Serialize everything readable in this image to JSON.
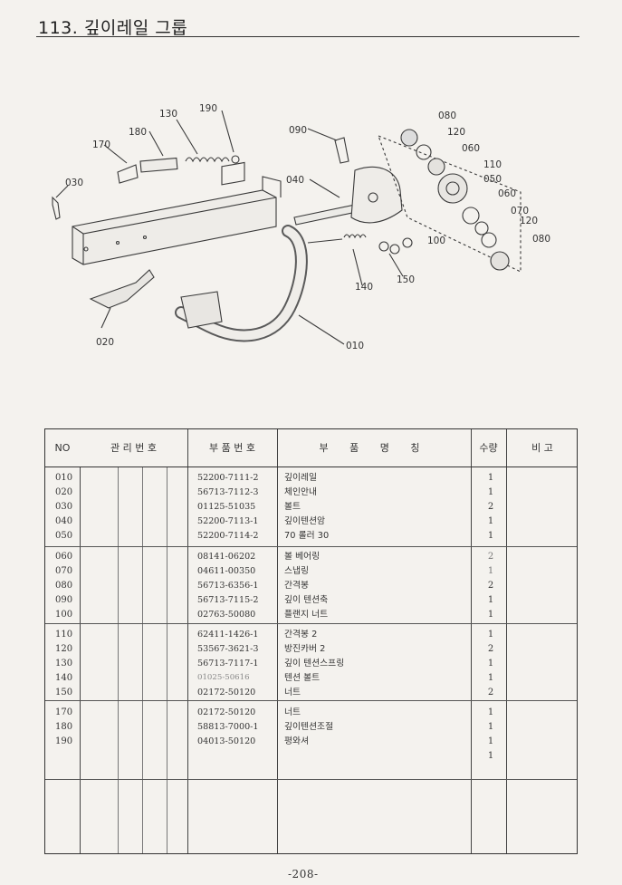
{
  "page": {
    "title": "113. 깊이레일 그룹",
    "page_number": "-208-"
  },
  "diagram": {
    "callouts": [
      "010",
      "020",
      "030",
      "040",
      "060",
      "060",
      "070",
      "080",
      "080",
      "090",
      "100",
      "110",
      "120",
      "120",
      "130",
      "140",
      "150",
      "170",
      "180",
      "190",
      "050"
    ]
  },
  "table": {
    "headers": {
      "no": "NO",
      "mgmt": "관 리 번 호",
      "part_no": "부 품 번 호",
      "part_name": "부 품 명 칭",
      "qty": "수량",
      "remark": "비 고"
    },
    "groups": [
      {
        "rows": [
          {
            "no": "010",
            "code": "52200-7111-2",
            "name": "깊이레일",
            "qty": "1"
          },
          {
            "no": "020",
            "code": "56713-7112-3",
            "name": "체인안내",
            "qty": "1"
          },
          {
            "no": "030",
            "code": "01125-51035",
            "name": "볼트",
            "qty": "2"
          },
          {
            "no": "040",
            "code": "52200-7113-1",
            "name": "깊이텐션암",
            "qty": "1"
          },
          {
            "no": "050",
            "code": "52200-7114-2",
            "name": "70 롤러 30",
            "qty": "1"
          }
        ]
      },
      {
        "rows": [
          {
            "no": "060",
            "code": "08141-06202",
            "name": "볼 베어링",
            "qty": "2"
          },
          {
            "no": "070",
            "code": "04611-00350",
            "name": "스냅링",
            "qty": "1"
          },
          {
            "no": "080",
            "code": "56713-6356-1",
            "name": "간격봉",
            "qty": "2"
          },
          {
            "no": "090",
            "code": "56713-7115-2",
            "name": "깊이 텐션축",
            "qty": "1"
          },
          {
            "no": "100",
            "code": "02763-50080",
            "name": "플랜지 너트",
            "qty": "1"
          }
        ]
      },
      {
        "rows": [
          {
            "no": "110",
            "code": "62411-1426-1",
            "name": "간격봉 2",
            "qty": "1"
          },
          {
            "no": "120",
            "code": "53567-3621-3",
            "name": "방진카버 2",
            "qty": "2"
          },
          {
            "no": "130",
            "code": "56713-7117-1",
            "name": "깊이 텐션스프링",
            "qty": "1"
          },
          {
            "no": "140",
            "code": "01025-50616",
            "name": "텐션 볼트",
            "qty": "1"
          },
          {
            "no": "150",
            "code": "02172-50120",
            "name": "너트",
            "qty": "2"
          }
        ]
      },
      {
        "rows": [
          {
            "no": "170",
            "code": "02172-50120",
            "name": "너트",
            "qty": "1"
          },
          {
            "no": "180",
            "code": "58813-7000-1",
            "name": "깊이텐션조절",
            "qty": "1"
          },
          {
            "no": "190",
            "code": "04013-50120",
            "name": "평와셔",
            "qty": "1"
          },
          {
            "no": "",
            "code": "",
            "name": "",
            "qty": "1"
          }
        ]
      }
    ]
  }
}
